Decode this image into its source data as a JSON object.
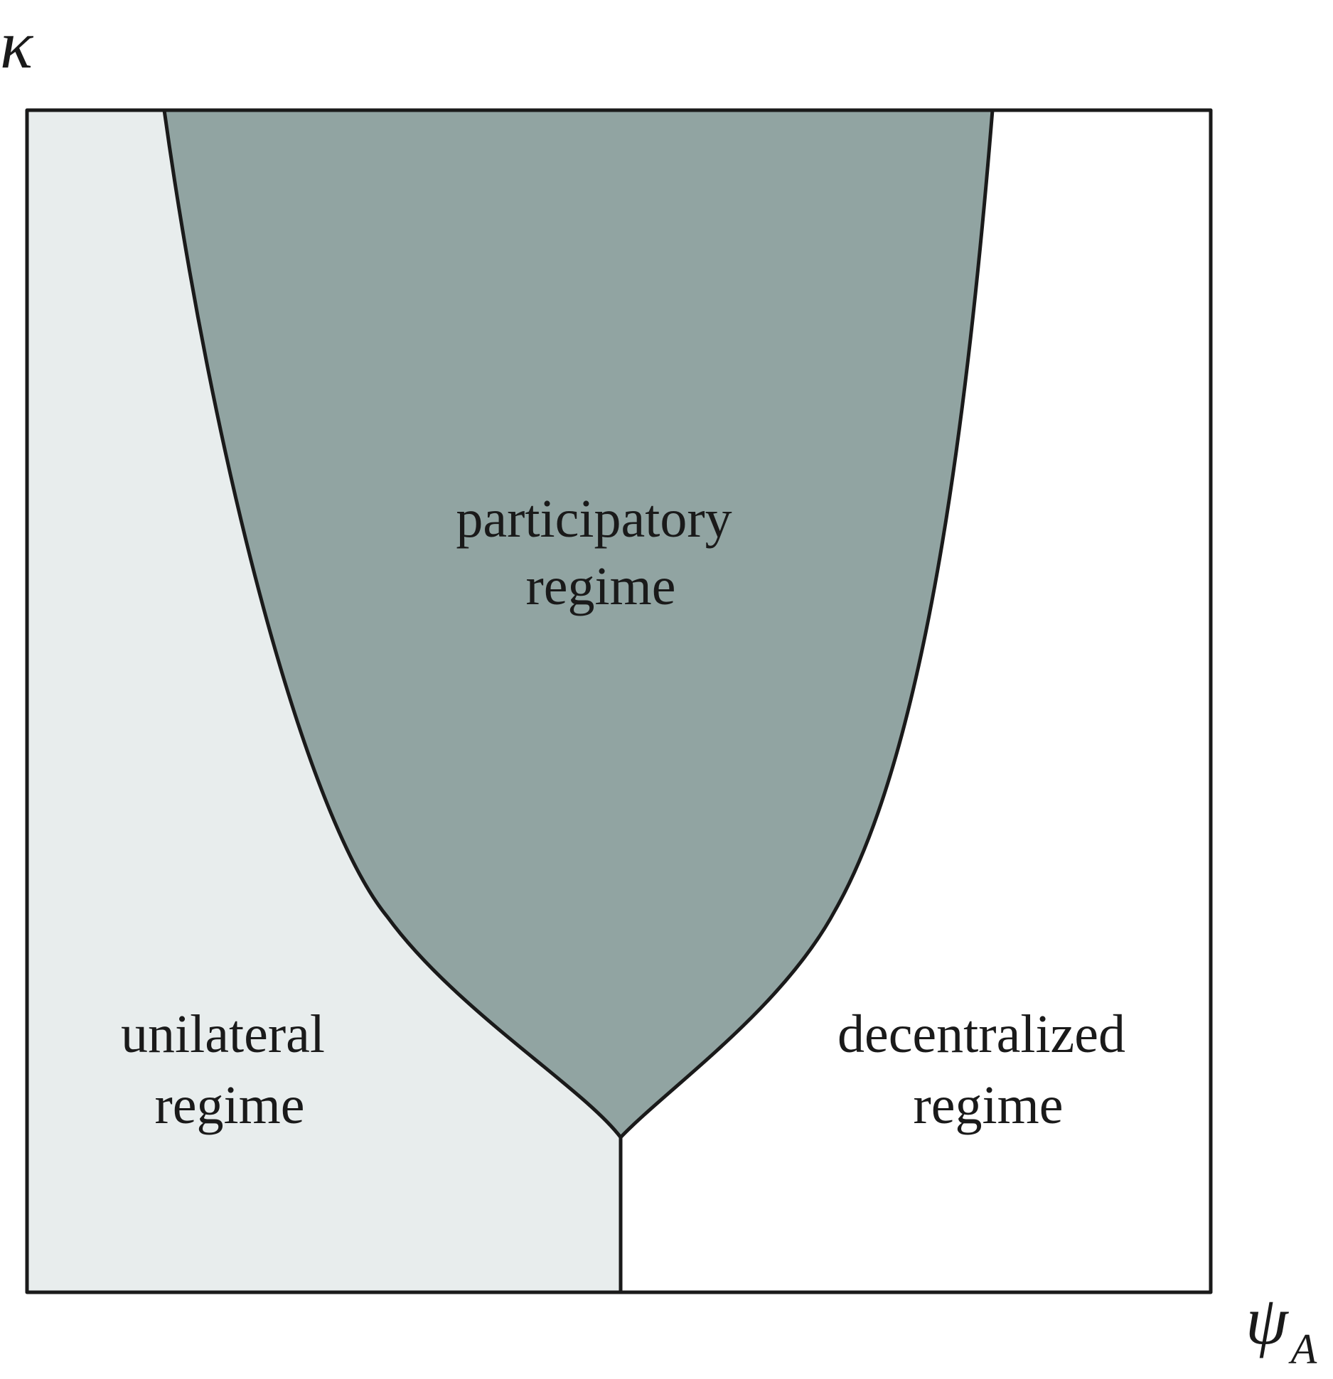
{
  "axes": {
    "y_label": "κ",
    "x_label_main": "ψ",
    "x_label_sub": "A"
  },
  "regions": {
    "participatory": {
      "line1": "participatory",
      "line2": "regime",
      "color": "#91a4a2"
    },
    "unilateral": {
      "line1": "unilateral",
      "line2": "regime",
      "color": "#e8eded"
    },
    "decentralized": {
      "line1": "decentralized",
      "line2": "regime",
      "color": "#ffffff"
    }
  },
  "colors": {
    "boundary": "#1a1a1a"
  }
}
